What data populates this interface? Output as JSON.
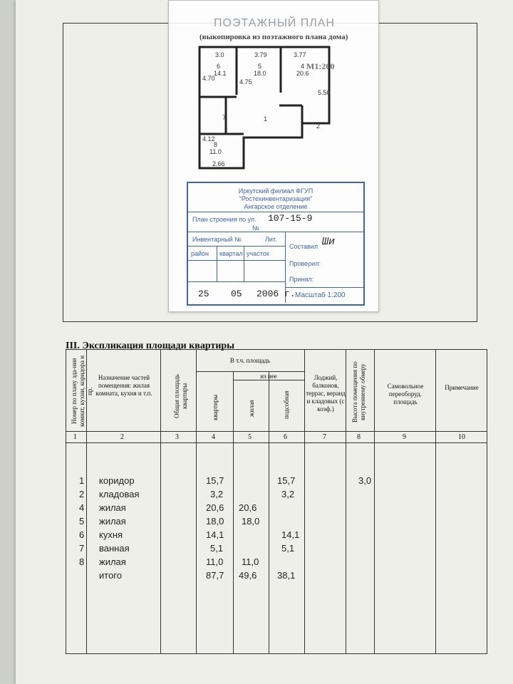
{
  "overlay": {
    "title": "ПОЭТАЖНЫЙ ПЛАН",
    "subtitle": "(выкопировка из поэтажного плана дома)",
    "scale_mark": "М1:200"
  },
  "plan": {
    "dims": [
      "3.0",
      "3.79",
      "3.77",
      "4.70",
      "4.75",
      "5.50",
      "4.12",
      "2.66"
    ],
    "rooms": [
      {
        "no": "6",
        "area": "14.1"
      },
      {
        "no": "5",
        "area": "18.0"
      },
      {
        "no": "4",
        "area": "20.6"
      },
      {
        "no": "7",
        "area": ""
      },
      {
        "no": "8",
        "area": "11.0"
      },
      {
        "no": "1",
        "area": ""
      },
      {
        "no": "2",
        "area": ""
      }
    ]
  },
  "stamp": {
    "org_line1": "Иркутский филиал ФГУП",
    "org_line2": "\"Ростехинвентаризация\"",
    "org_line3": "Ангарское отделение",
    "plan_label": "План строения по ул.",
    "plan_value": "107-15-9",
    "plan_no": "№",
    "inv_label": "Инвентарный №",
    "lit_label": "Лит.",
    "cols": [
      "район",
      "квартал",
      "участок"
    ],
    "composed": "Составил",
    "checked": "Проверил:",
    "accepted": "Принял:",
    "date_day": "25",
    "date_month": "05",
    "date_year": "2006 г.",
    "scale": "Масштаб 1:200"
  },
  "section_title": "III. Экспликация площади квартиры",
  "table": {
    "headers": {
      "c1": "Номер по плану зда-ния комнат, кухни, коридора и пр.",
      "c2": "Назначение частей помещения: жилая комната, кухня и т.п.",
      "c3": "Общая площадь квартиры",
      "group": "В т.ч. площадь",
      "c4": "квартиры",
      "sub_group": "из нее",
      "c5": "жилая",
      "c6": "подсобная",
      "c7": "Лоджий, балконов, террас, веранд и кладовых (с коэф.)",
      "c8": "Высота помещения по внутреннему обмеру",
      "c9": "Самовольное переоборуд. площадь",
      "c10": "Примечание"
    },
    "col_numbers": [
      "1",
      "2",
      "3",
      "4",
      "5",
      "6",
      "7",
      "8",
      "9",
      "10"
    ],
    "rows": [
      {
        "no": "1",
        "name": "коридор",
        "total": "15,7",
        "living": "",
        "aux": "15,7",
        "height": "3,0"
      },
      {
        "no": "2",
        "name": "кладовая",
        "total": "3,2",
        "living": "",
        "aux": "3,2",
        "height": ""
      },
      {
        "no": "4",
        "name": "жилая",
        "total": "20,6",
        "living": "20,6",
        "aux": "",
        "height": ""
      },
      {
        "no": "5",
        "name": "жилая",
        "total": "18,0",
        "living": "18,0",
        "aux": "",
        "height": ""
      },
      {
        "no": "6",
        "name": "кухня",
        "total": "14,1",
        "living": "",
        "aux": "14,1",
        "height": ""
      },
      {
        "no": "7",
        "name": "ванная",
        "total": "5,1",
        "living": "",
        "aux": "5,1",
        "height": ""
      },
      {
        "no": "8",
        "name": "жилая",
        "total": "11,0",
        "living": "11,0",
        "aux": "",
        "height": ""
      },
      {
        "no": "",
        "name": "итого",
        "total": "87,7",
        "living": "49,6",
        "aux": "38,1",
        "height": ""
      }
    ]
  }
}
